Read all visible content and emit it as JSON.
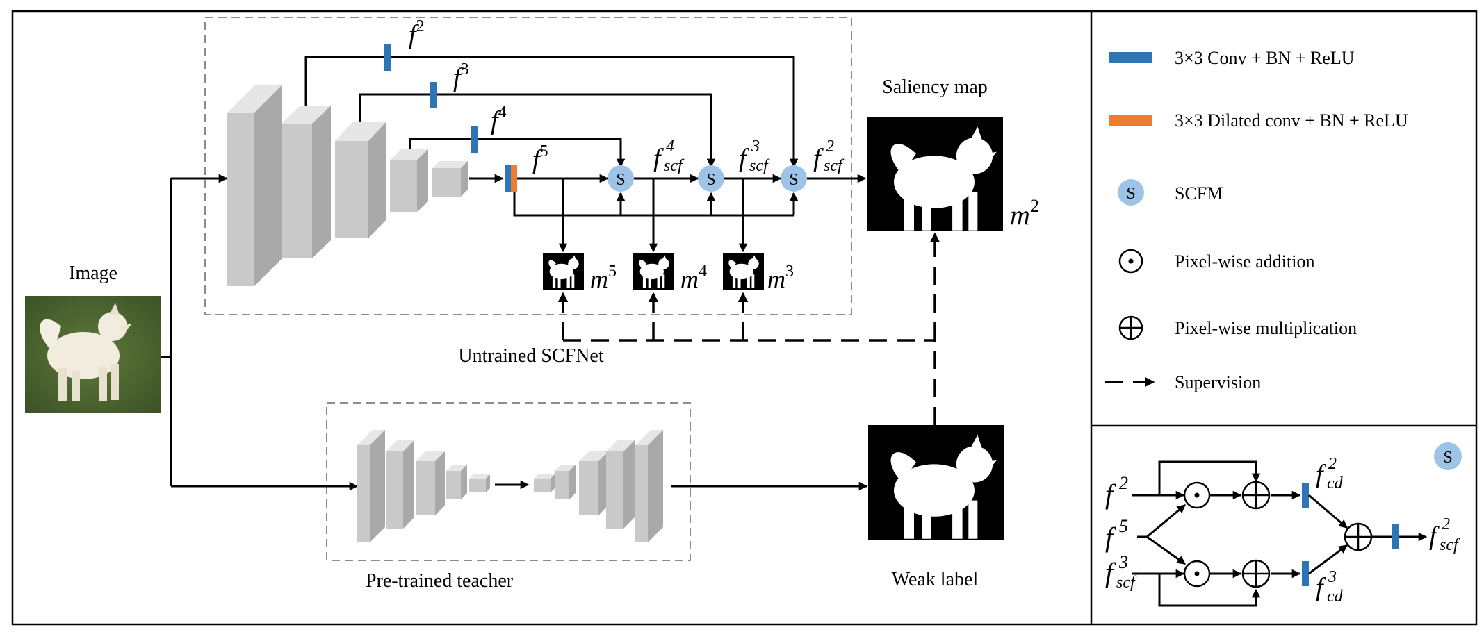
{
  "labels": {
    "image": "Image",
    "saliency_map": "Saliency map",
    "untrained": "Untrained SCFNet",
    "teacher": "Pre-trained teacher",
    "weak_label": "Weak label",
    "scfm_symbol": "S"
  },
  "features": {
    "f2": {
      "base": "f",
      "sup": "2"
    },
    "f3": {
      "base": "f",
      "sup": "3"
    },
    "f4": {
      "base": "f",
      "sup": "4"
    },
    "f5": {
      "base": "f",
      "sup": "5"
    },
    "fscf4": {
      "base": "f",
      "sup": "4",
      "sub": "scf"
    },
    "fscf3": {
      "base": "f",
      "sup": "3",
      "sub": "scf"
    },
    "fscf2": {
      "base": "f",
      "sup": "2",
      "sub": "scf"
    },
    "fcd2": {
      "base": "f",
      "sup": "2",
      "sub": "cd"
    },
    "fcd3": {
      "base": "f",
      "sup": "3",
      "sub": "cd"
    }
  },
  "masks": {
    "m5": {
      "base": "m",
      "sup": "5"
    },
    "m4": {
      "base": "m",
      "sup": "4"
    },
    "m3": {
      "base": "m",
      "sup": "3"
    },
    "m2": {
      "base": "m",
      "sup": "2"
    }
  },
  "legend": [
    {
      "key": "conv",
      "text": "3×3 Conv + BN + ReLU"
    },
    {
      "key": "dilated",
      "text": "3×3 Dilated conv + BN + ReLU"
    },
    {
      "key": "scfm",
      "text": "SCFM"
    },
    {
      "key": "add",
      "text": "Pixel-wise addition"
    },
    {
      "key": "mult",
      "text": "Pixel-wise multiplication"
    },
    {
      "key": "supervision",
      "text": "Supervision"
    }
  ],
  "colors": {
    "conv": "#2e75b6",
    "dilated": "#ed7d31",
    "scfm_fill": "#9dc3e6",
    "block_front": "#c9c9c9",
    "block_top": "#e6e6e6",
    "block_side": "#a9a9a9"
  }
}
